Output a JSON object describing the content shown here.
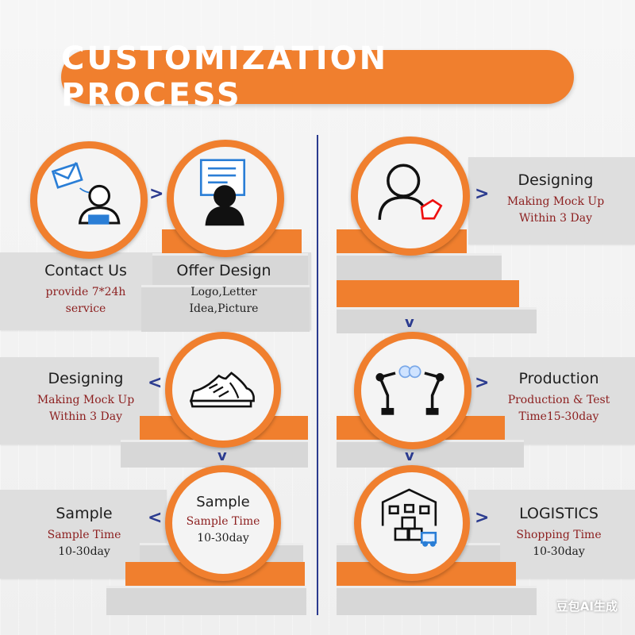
{
  "title": "CUSTOMIZATION PROCESS",
  "colors": {
    "accent": "#f07f2e",
    "arrow": "#2b3b8f",
    "subtitle": "#8c1e1e"
  },
  "steps": [
    {
      "title": "Contact Us",
      "line1": "provide 7*24h",
      "line2": "service",
      "icon": "contact-envelope-user-icon"
    },
    {
      "title": "Offer Design",
      "line1": "Logo,Letter",
      "line2": "Idea,Picture",
      "icon": "design-monitor-user-icon"
    },
    {
      "title": "Designing",
      "line1": "Making Mock Up",
      "line2": "Within 3 Day",
      "icon": "designer-user-tag-icon"
    },
    {
      "title": "Designing",
      "line1": "Making Mock Up",
      "line2": "Within 3 Day",
      "icon": "sneaker-icon"
    },
    {
      "title": "Production",
      "line1": "Production & Test",
      "line2": "Time15-30day",
      "icon": "robot-arms-icon"
    },
    {
      "title": "Sample",
      "line1": "Sample Time",
      "line2": "10-30day",
      "icon": "sample-icon"
    },
    {
      "title": "Sample",
      "line1": "Sample Time",
      "line2": "10-30day",
      "icon": "sample-text-circle"
    },
    {
      "title": "LOGISTICS",
      "line1": "Shopping Time",
      "line2": "10-30day",
      "icon": "warehouse-truck-icon"
    }
  ],
  "arrows": {
    "right": ">",
    "left": "<",
    "down": "v"
  },
  "watermark": "豆包AI生成"
}
